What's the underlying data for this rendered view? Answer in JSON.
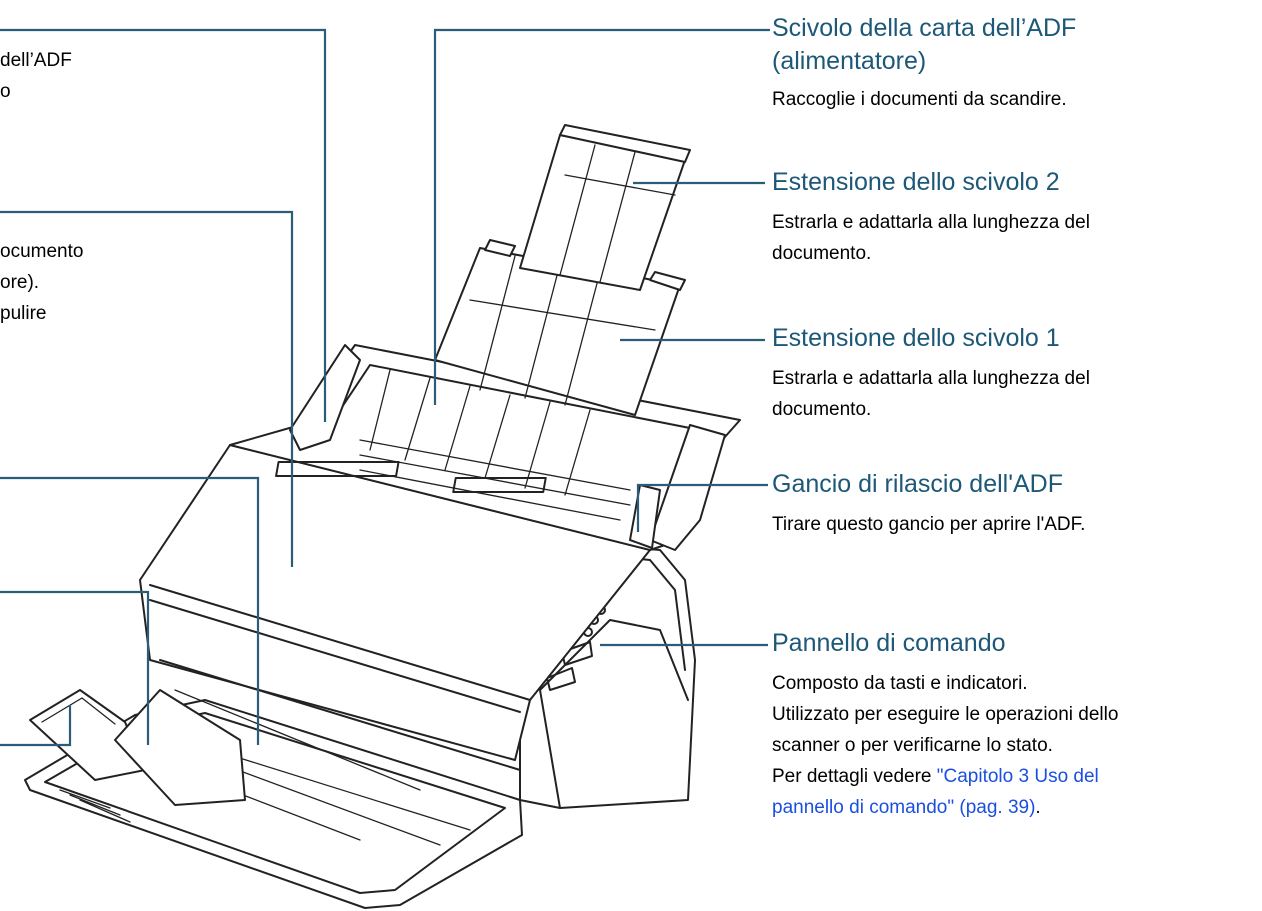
{
  "left_fragments": {
    "line1": "dell’ADF",
    "line2": "o",
    "line3": "ocumento",
    "line4": "ore).",
    "line5": "pulire"
  },
  "callouts": {
    "adf_chute": {
      "heading_line1": "Scivolo della carta dell’ADF",
      "heading_line2": "(alimentatore)",
      "desc": "Raccoglie i documenti da scandire."
    },
    "extension_2": {
      "heading": "Estensione dello scivolo 2",
      "desc_line1": "Estrarla e adattarla alla lunghezza del",
      "desc_line2": "documento."
    },
    "extension_1": {
      "heading": "Estensione dello scivolo 1",
      "desc_line1": "Estrarla e adattarla alla lunghezza del",
      "desc_line2": "documento."
    },
    "adf_release": {
      "heading": "Gancio di rilascio dell'ADF",
      "desc": "Tirare questo gancio per aprire l'ADF."
    },
    "control_panel": {
      "heading": "Pannello di comando",
      "desc_line1": "Composto da tasti e indicatori.",
      "desc_line2": "Utilizzato per eseguire le operazioni dello",
      "desc_line3": "scanner o per verificarne lo stato.",
      "desc_line4_prefix": "Per dettagli vedere ",
      "link_part1": "\"Capitolo 3 Uso del",
      "link_part2": "pannello di comando\" (pag. 39)",
      "desc_line5_suffix": "."
    }
  }
}
